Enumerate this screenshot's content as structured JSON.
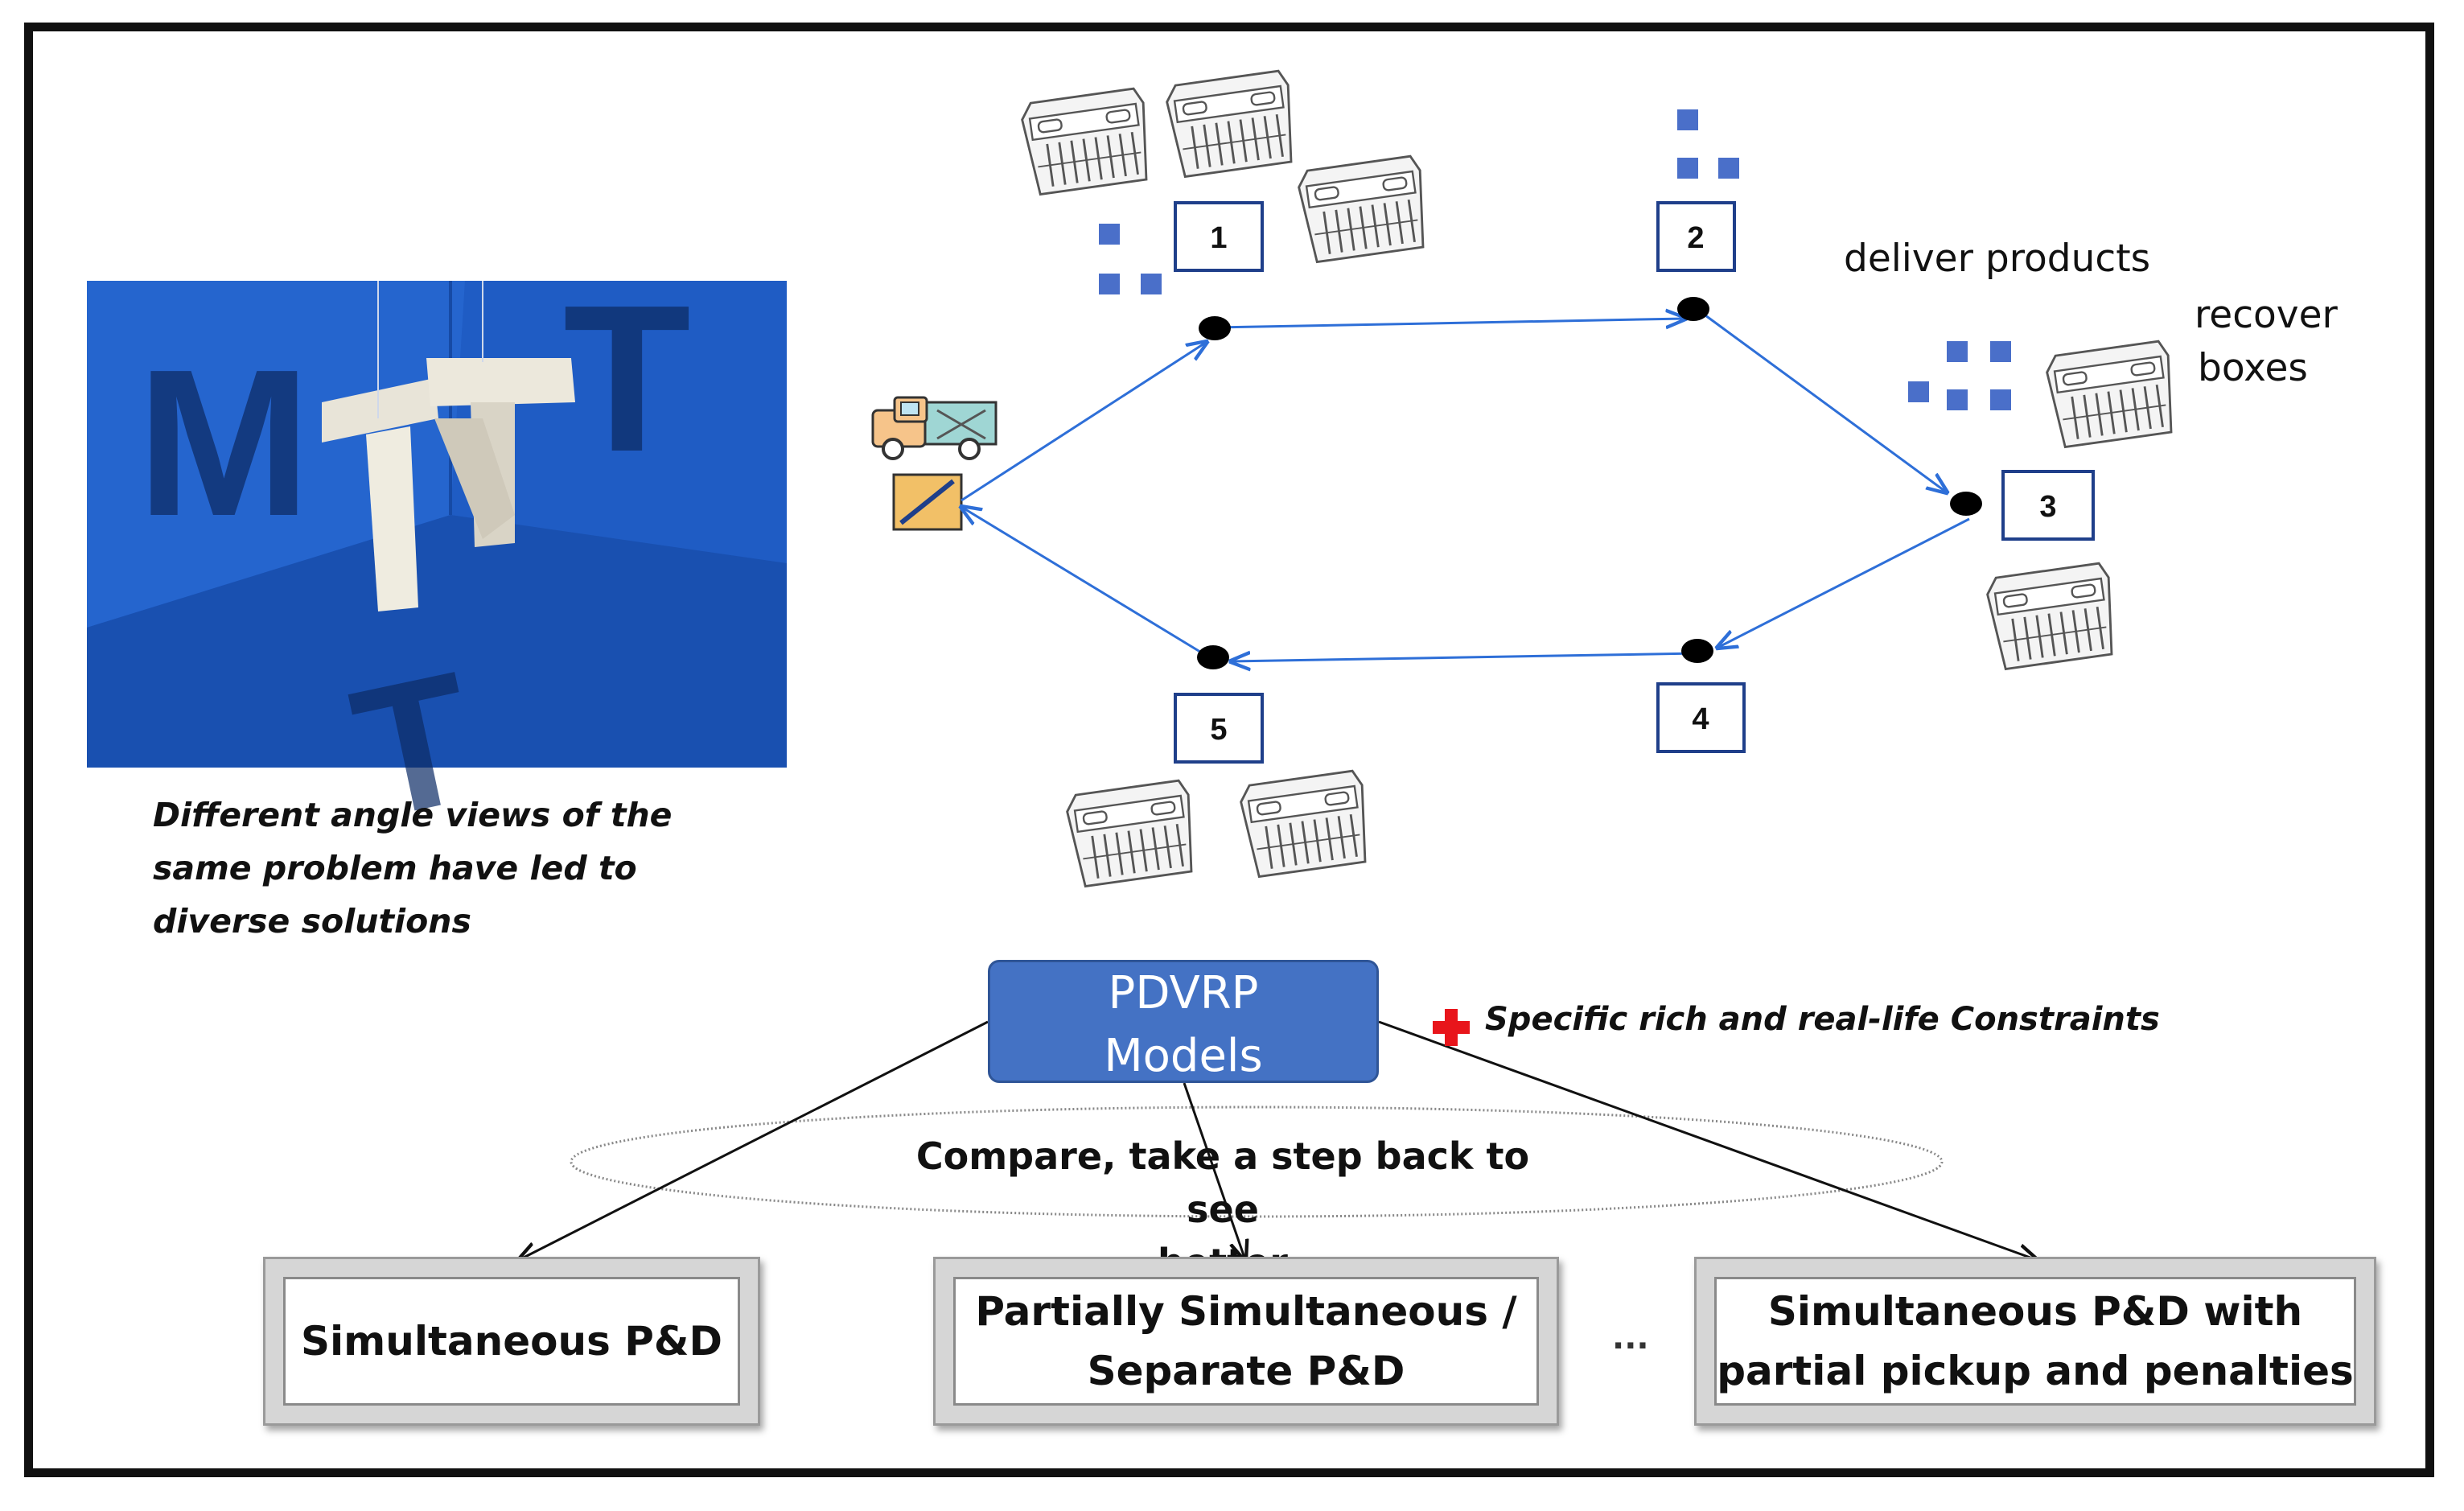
{
  "nodes": [
    {
      "id": "node-1",
      "label": "1"
    },
    {
      "id": "node-2",
      "label": "2"
    },
    {
      "id": "node-3",
      "label": "3"
    },
    {
      "id": "node-4",
      "label": "4"
    },
    {
      "id": "node-5",
      "label": "5"
    }
  ],
  "annotations": {
    "deliver": "deliver products",
    "recover_line1": "recover",
    "recover_line2": "boxes"
  },
  "caption": {
    "line1": "Different angle views of the",
    "line2": "same problem have led to",
    "line3": "diverse solutions"
  },
  "photo": {
    "letters": [
      "M",
      "T",
      "T"
    ]
  },
  "pdvrp": {
    "line1": "PDVRP",
    "line2": "Models"
  },
  "constraints": "Specific rich and real-life Constraints",
  "compare": {
    "line1": "Compare, take a step back to see",
    "line2": "better"
  },
  "models": [
    {
      "line1": "Simultaneous P&D",
      "line2": ""
    },
    {
      "line1": "Partially Simultaneous /",
      "line2": "Separate P&D"
    },
    {
      "line1": "Simultaneous P&D with",
      "line2": "partial pickup and penalties"
    }
  ],
  "ellipsis": "...",
  "colors": {
    "accent_blue": "#4472c4",
    "arrow_blue": "#2e6fd8",
    "square_blue": "#4a6fc9",
    "plus_red": "#e8151b"
  }
}
